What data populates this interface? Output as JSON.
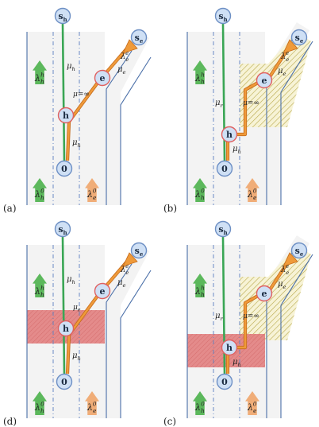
{
  "colors": {
    "road": "#f3f3f3",
    "road_edge": "#4a6fa8",
    "lane_divider": "#5b7fbf",
    "highway_path": "#3aa655",
    "exit_path": "#ef9a3a",
    "exit_path_outline": "#c46a1a",
    "node_fill": "#cfe0f5",
    "node_stroke": "#6d8fc4",
    "node_red_stroke": "#e06060",
    "green_arrow": "#5cb85c",
    "orange_arrow": "#f0ad78",
    "red_zone": "#e07a7a",
    "hatch": "#b8a84a"
  },
  "panels": [
    {
      "label": "(a)",
      "node_s_h": "s",
      "node_s_h_sub": "h",
      "node_s_e": "s",
      "node_s_e_sub": "e",
      "node_h": "h",
      "node_e": "e",
      "node_0": "0",
      "mu_main": "μ",
      "mu_main_sub": "h",
      "mu_lower": "μ",
      "mu_lower_sub": "h",
      "mu_exit": "μ",
      "mu_exit_sub": "e",
      "mu_link": "μ=∞",
      "lambda_green_top": "λ",
      "lambda_green_top_sub": "h",
      "lambda_green_top_sup": "h",
      "lambda_green_bottom": "λ",
      "lambda_green_bottom_sub": "h",
      "lambda_green_bottom_sup": "0",
      "lambda_orange_bottom": "λ",
      "lambda_orange_bottom_sub": "e",
      "lambda_orange_bottom_sup": "0",
      "lambda_exit": "λ",
      "lambda_exit_sub": "e",
      "lambda_exit_sup": "e"
    },
    {
      "label": "(b)",
      "node_s_h": "s",
      "node_s_h_sub": "h",
      "node_s_e": "s",
      "node_s_e_sub": "e",
      "node_h": "h",
      "node_e": "e",
      "node_0": "0",
      "mu_main": "μ",
      "mu_main_sub": "r",
      "mu_lower": "μ",
      "mu_lower_sub": "h",
      "mu_exit": "μ",
      "mu_exit_sub": "e",
      "mu_link": "μ=∞",
      "lambda_green_top": "λ",
      "lambda_green_top_sub": "h",
      "lambda_green_top_sup": "h",
      "lambda_green_bottom": "λ",
      "lambda_green_bottom_sub": "h",
      "lambda_green_bottom_sup": "0",
      "lambda_orange_bottom": "λ",
      "lambda_orange_bottom_sub": "e",
      "lambda_orange_bottom_sup": "0",
      "lambda_exit": "λ",
      "lambda_exit_sub": "e",
      "lambda_exit_sup": "e"
    },
    {
      "label": "(d)",
      "node_s_h": "s",
      "node_s_h_sub": "h",
      "node_s_e": "s",
      "node_s_e_sub": "e",
      "node_h": "h",
      "node_e": "e",
      "node_0": "0",
      "mu_main": "μ",
      "mu_main_sub": "h",
      "mu_lower": "μ",
      "mu_lower_sub": "h",
      "mu_exit": "μ",
      "mu_exit_sub": "e",
      "mu_link": "μ",
      "mu_link_sub": "e",
      "lambda_green_top": "λ",
      "lambda_green_top_sub": "h",
      "lambda_green_top_sup": "h",
      "lambda_green_bottom": "λ",
      "lambda_green_bottom_sub": "h",
      "lambda_green_bottom_sup": "0",
      "lambda_orange_bottom": "λ",
      "lambda_orange_bottom_sub": "e",
      "lambda_orange_bottom_sup": "0",
      "lambda_exit": "λ",
      "lambda_exit_sub": "e",
      "lambda_exit_sup": "e"
    },
    {
      "label": "(c)",
      "node_s_h": "s",
      "node_s_h_sub": "h",
      "node_s_e": "s",
      "node_s_e_sub": "e",
      "node_h": "h",
      "node_e": "e",
      "node_0": "0",
      "mu_main": "μ",
      "mu_main_sub": "r",
      "mu_lower": "μ",
      "mu_lower_sub": "h",
      "mu_exit": "μ",
      "mu_exit_sub": "e",
      "mu_link": "μ=∞",
      "lambda_green_top": "λ",
      "lambda_green_top_sub": "h",
      "lambda_green_top_sup": "h",
      "lambda_green_bottom": "λ",
      "lambda_green_bottom_sub": "h",
      "lambda_green_bottom_sup": "0",
      "lambda_orange_bottom": "λ",
      "lambda_orange_bottom_sub": "e",
      "lambda_orange_bottom_sup": "0",
      "lambda_exit": "λ",
      "lambda_exit_sub": "e",
      "lambda_exit_sup": "e"
    }
  ]
}
